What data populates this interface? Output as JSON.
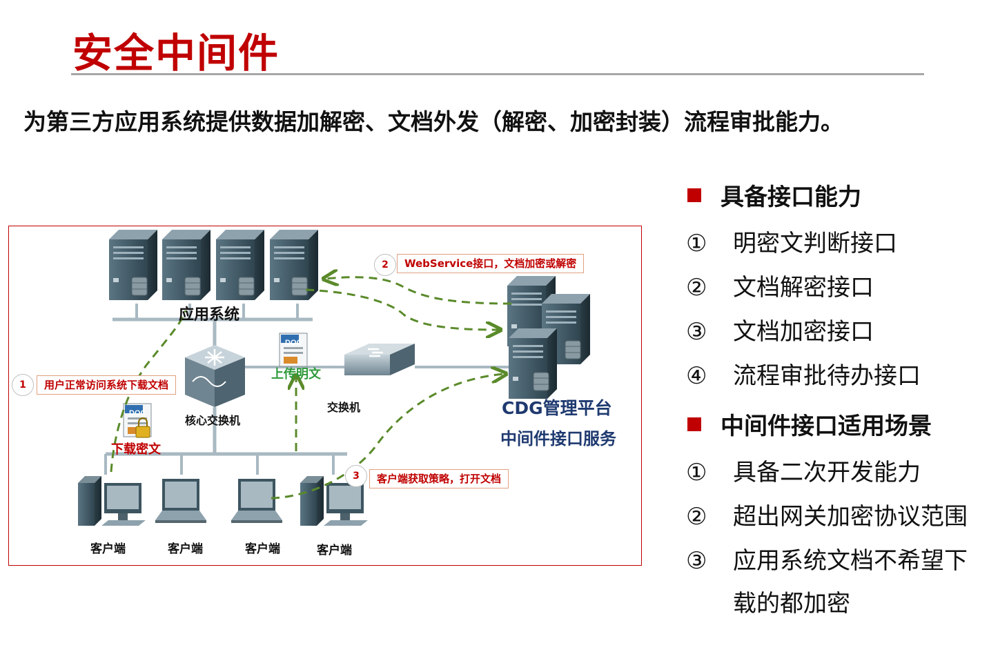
{
  "title": "安全中间件",
  "subtitle": "为第三方应用系统提供数据加解密、文档外发（解密、加密封装）流程审批能力。",
  "diagram": {
    "app_system_label": "应用系统",
    "core_switch_label": "核心交换机",
    "switch_label": "交换机",
    "cdg_label_line1": "CDG管理平台",
    "cdg_label_line2": "中间件接口服务",
    "upload_label": "上传明文",
    "download_label": "下载密文",
    "doc_icon_text": "DOC",
    "clients": [
      "客户端",
      "客户端",
      "客户端",
      "客户端"
    ],
    "callouts": [
      {
        "num": "1",
        "text": "用户正常访问系统下载文档"
      },
      {
        "num": "2",
        "text": "WebService接口，文档加密或解密"
      },
      {
        "num": "3",
        "text": "客户端获取策略，打开文档"
      }
    ],
    "colors": {
      "frame": "#c00000",
      "dash": "#5a8a2a",
      "server": "#3d5560",
      "cdg_text": "#1f3a70",
      "upload_text": "#2e9a3a"
    }
  },
  "right_panel": {
    "section1": {
      "heading": "具备接口能力",
      "items": [
        {
          "num": "①",
          "text": "明密文判断接口"
        },
        {
          "num": "②",
          "text": "文档解密接口"
        },
        {
          "num": "③",
          "text": "文档加密接口"
        },
        {
          "num": "④",
          "text": "流程审批待办接口"
        }
      ]
    },
    "section2": {
      "heading": "中间件接口适用场景",
      "items": [
        {
          "num": "①",
          "text": "具备二次开发能力"
        },
        {
          "num": "②",
          "text": "超出网关加密协议范围"
        },
        {
          "num": "③",
          "text": "应用系统文档不希望下"
        }
      ],
      "continuation": "载的都加密"
    }
  }
}
